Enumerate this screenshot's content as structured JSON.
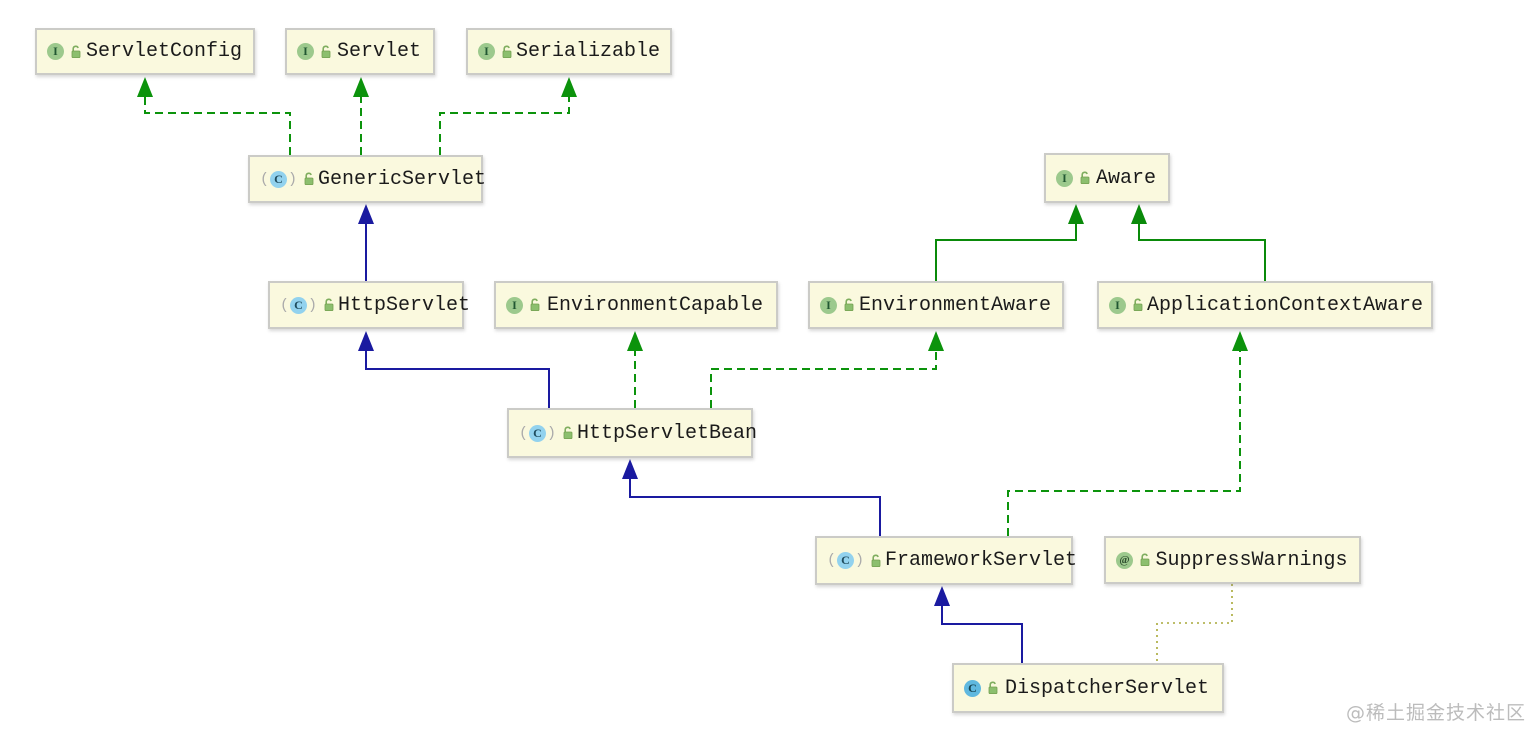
{
  "diagram": {
    "watermark": "@稀土掘金技术社区",
    "colors": {
      "node_fill": "#FAF9DE",
      "node_border": "#CBCBC7",
      "implements_edge_green_dashed": "#0C930C",
      "extends_interface_edge_green_solid": "#0A8A0A",
      "extends_class_edge_blue_solid": "#1A1AA0",
      "annotation_edge_olive_dotted": "#A8A838",
      "interface_icon": "#9CC98D",
      "abstract_class_icon": "#92D2EE",
      "class_icon": "#5FB8DF",
      "annotation_icon": "#9CC98D",
      "watermark_text": "#BCBCBC"
    },
    "nodes": [
      {
        "label": "ServletConfig",
        "java_type": "interface",
        "icon_letter": "I",
        "access_icon": "unlocked"
      },
      {
        "label": "Servlet",
        "java_type": "interface",
        "icon_letter": "I",
        "access_icon": "unlocked"
      },
      {
        "label": "Serializable",
        "java_type": "interface",
        "icon_letter": "I",
        "access_icon": "unlocked"
      },
      {
        "label": "GenericServlet",
        "java_type": "abstract_class",
        "icon_letter": "C",
        "access_icon": "unlocked"
      },
      {
        "label": "Aware",
        "java_type": "interface",
        "icon_letter": "I",
        "access_icon": "unlocked"
      },
      {
        "label": "HttpServlet",
        "java_type": "abstract_class",
        "icon_letter": "C",
        "access_icon": "unlocked"
      },
      {
        "label": "EnvironmentCapable",
        "java_type": "interface",
        "icon_letter": "I",
        "access_icon": "unlocked"
      },
      {
        "label": "EnvironmentAware",
        "java_type": "interface",
        "icon_letter": "I",
        "access_icon": "unlocked"
      },
      {
        "label": "ApplicationContextAware",
        "java_type": "interface",
        "icon_letter": "I",
        "access_icon": "unlocked"
      },
      {
        "label": "HttpServletBean",
        "java_type": "abstract_class",
        "icon_letter": "C",
        "access_icon": "unlocked"
      },
      {
        "label": "FrameworkServlet",
        "java_type": "abstract_class",
        "icon_letter": "C",
        "access_icon": "unlocked"
      },
      {
        "label": "SuppressWarnings",
        "java_type": "annotation",
        "icon_letter": "@",
        "access_icon": "unlocked"
      },
      {
        "label": "DispatcherServlet",
        "java_type": "class",
        "icon_letter": "C",
        "access_icon": "unlocked"
      }
    ],
    "edges": [
      {
        "from": "GenericServlet",
        "to": "ServletConfig",
        "relation": "implements",
        "style": "green-dashed"
      },
      {
        "from": "GenericServlet",
        "to": "Servlet",
        "relation": "implements",
        "style": "green-dashed"
      },
      {
        "from": "GenericServlet",
        "to": "Serializable",
        "relation": "implements",
        "style": "green-dashed"
      },
      {
        "from": "HttpServlet",
        "to": "GenericServlet",
        "relation": "extends",
        "style": "blue-solid"
      },
      {
        "from": "HttpServletBean",
        "to": "HttpServlet",
        "relation": "extends",
        "style": "blue-solid"
      },
      {
        "from": "HttpServletBean",
        "to": "EnvironmentCapable",
        "relation": "implements",
        "style": "green-dashed"
      },
      {
        "from": "HttpServletBean",
        "to": "EnvironmentAware",
        "relation": "implements",
        "style": "green-dashed"
      },
      {
        "from": "EnvironmentAware",
        "to": "Aware",
        "relation": "extends",
        "style": "green-solid"
      },
      {
        "from": "ApplicationContextAware",
        "to": "Aware",
        "relation": "extends",
        "style": "green-solid"
      },
      {
        "from": "FrameworkServlet",
        "to": "HttpServletBean",
        "relation": "extends",
        "style": "blue-solid"
      },
      {
        "from": "FrameworkServlet",
        "to": "ApplicationContextAware",
        "relation": "implements",
        "style": "green-dashed"
      },
      {
        "from": "DispatcherServlet",
        "to": "FrameworkServlet",
        "relation": "extends",
        "style": "blue-solid"
      },
      {
        "from": "DispatcherServlet",
        "to": "SuppressWarnings",
        "relation": "annotated_with",
        "style": "olive-dotted"
      }
    ]
  }
}
